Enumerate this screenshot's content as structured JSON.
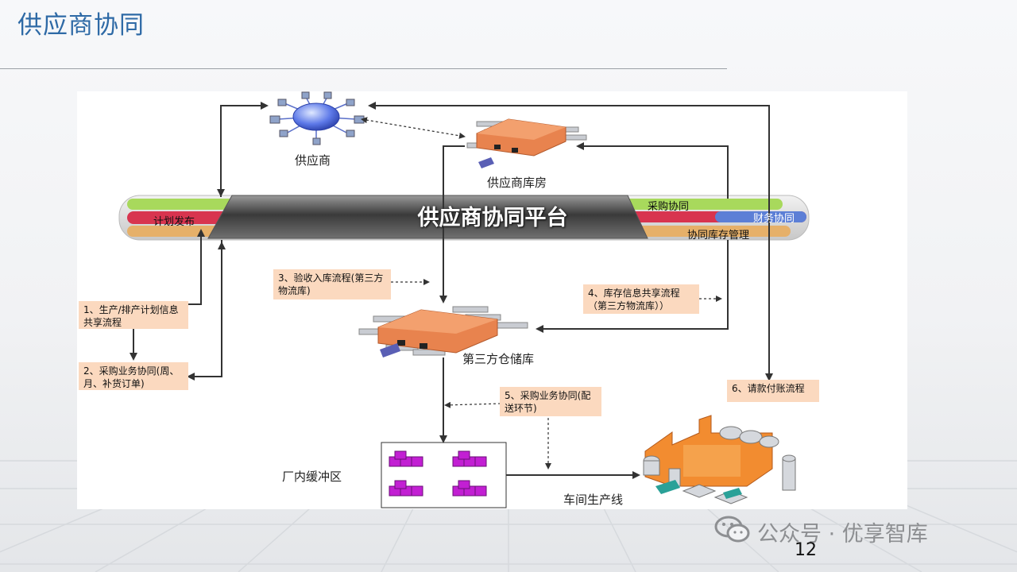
{
  "slide": {
    "title": "供应商协同",
    "page_number": "12",
    "watermark": "公众号 · 优享智库"
  },
  "platform": {
    "title": "供应商协同平台",
    "left_label": "计划发布",
    "right_labels": [
      "采购协同",
      "财务协同",
      "协同库存管理"
    ]
  },
  "nodes": {
    "supplier": "供应商",
    "supplier_warehouse": "供应商库房",
    "third_party_warehouse": "第三方仓储库",
    "buffer_zone": "厂内缓冲区",
    "production_line": "车间生产线"
  },
  "notes": {
    "n1": "1、生产/排产计划信息共享流程",
    "n2": "2、采购业务协同(周、月、补货订单)",
    "n3": "3、验收入库流程(第三方物流库)",
    "n4": "4、库存信息共享流程（第三方物流库））",
    "n5": "5、采购业务协同(配送环节)",
    "n6": "6、请款付账流程"
  },
  "colors": {
    "title": "#2e6aa6",
    "note_bg": "#fbd9bf",
    "warehouse_roof": "#e8834e",
    "box": "#c21fd3",
    "pipe_green": "#9ed24a",
    "pipe_red": "#d6324f",
    "pipe_blue": "#5c7fd6",
    "pipe_tan": "#e0a85c"
  }
}
